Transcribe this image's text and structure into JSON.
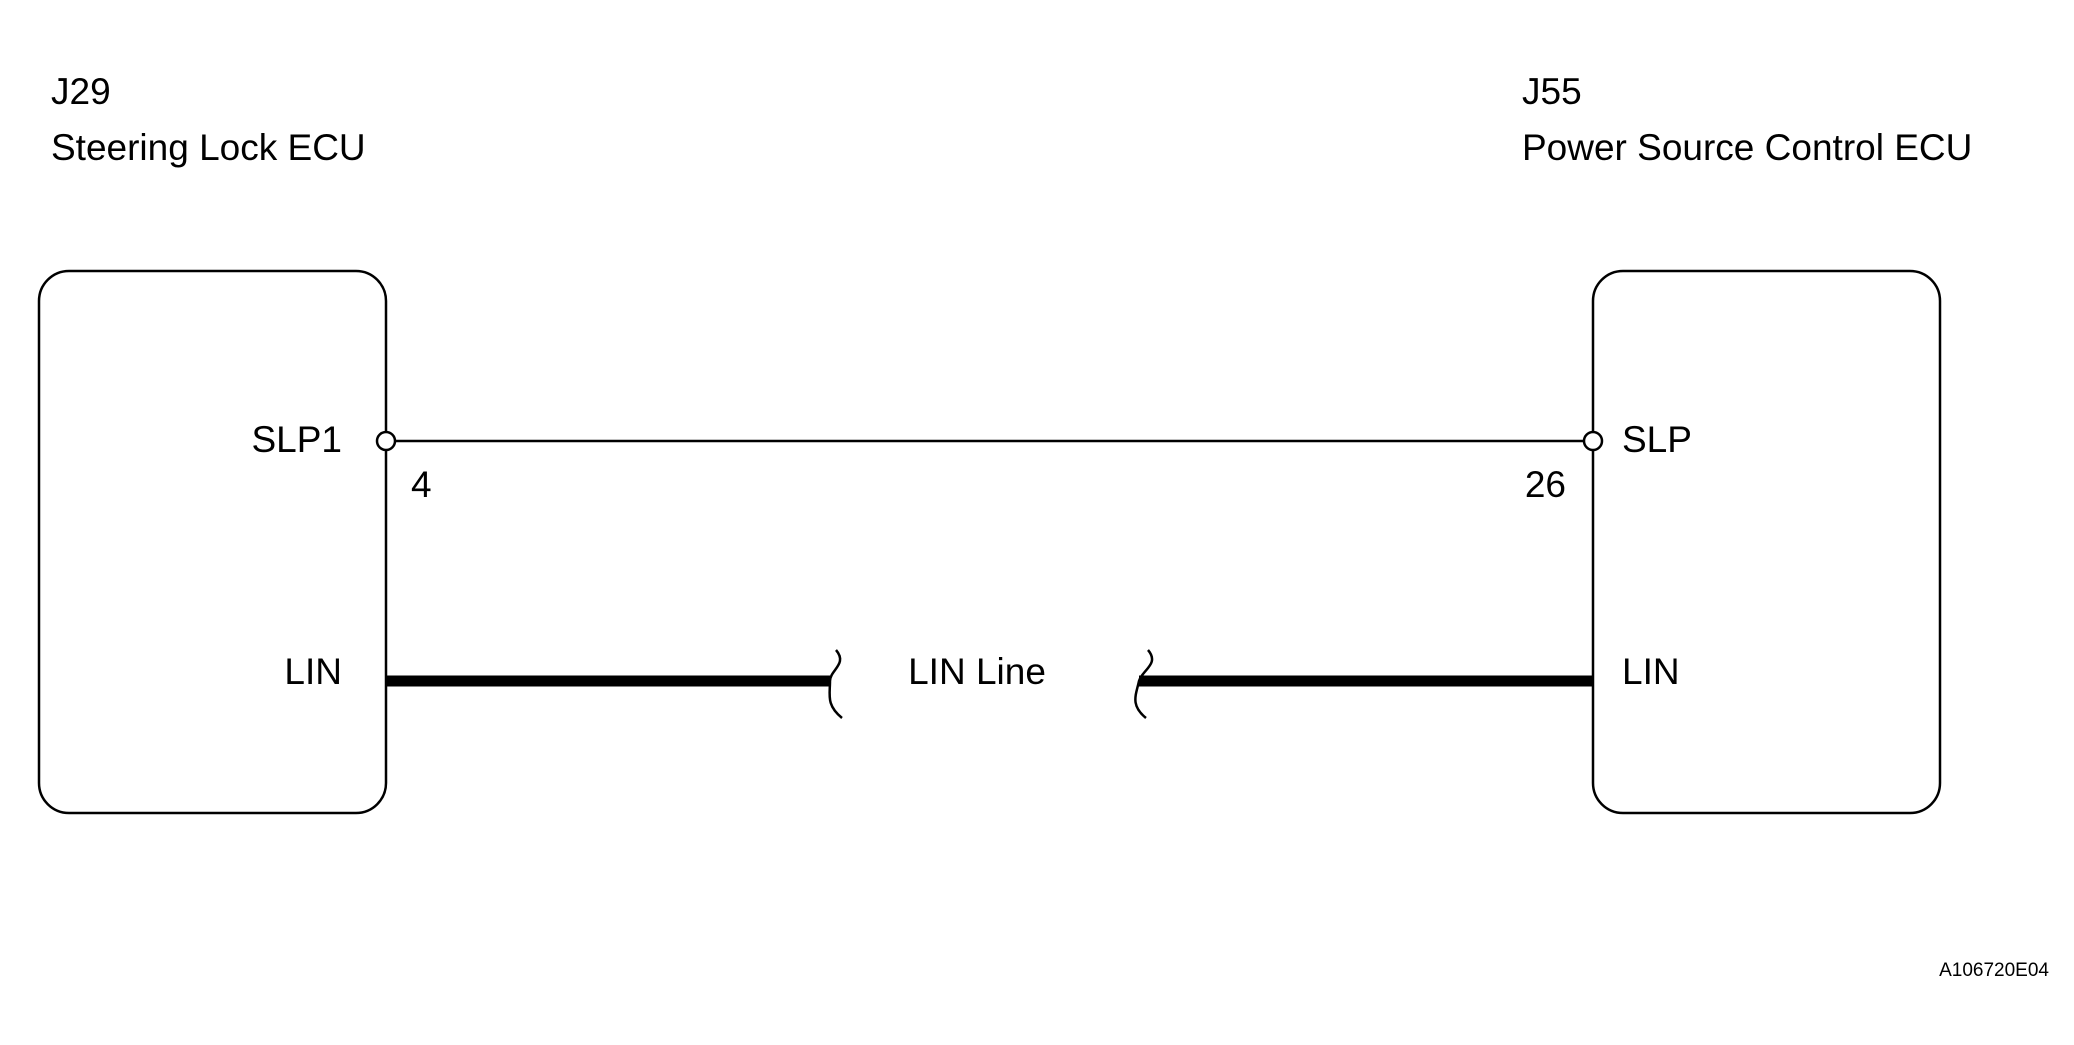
{
  "left_ecu": {
    "id": "J29",
    "name": "Steering Lock ECU",
    "terminal_signal": "SLP1",
    "terminal_pin": "4",
    "terminal_lin": "LIN"
  },
  "right_ecu": {
    "id": "J55",
    "name": "Power Source Control ECU",
    "terminal_signal": "SLP",
    "terminal_pin": "26",
    "terminal_lin": "LIN"
  },
  "lin_line_label": "LIN Line",
  "figure_code": "A106720E04"
}
